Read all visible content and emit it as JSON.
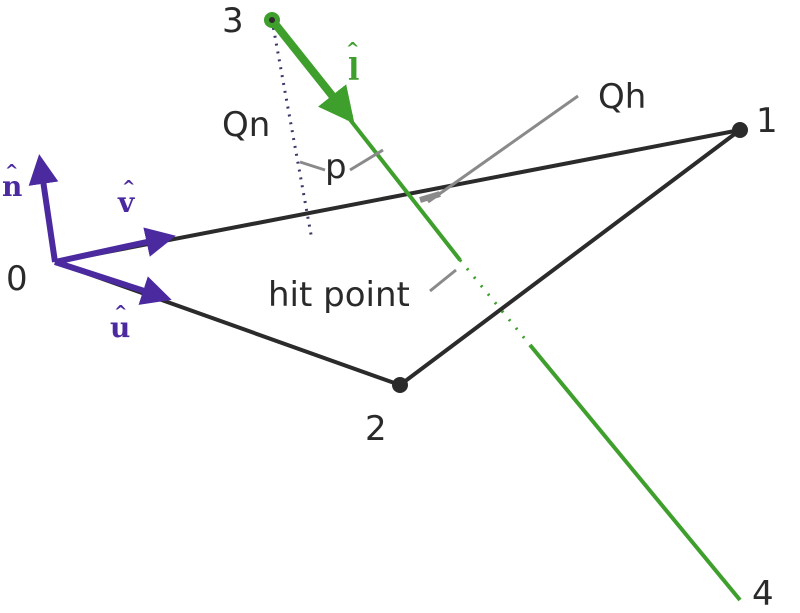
{
  "colors": {
    "edge": "#2b2b2b",
    "ray": "#3e9f2c",
    "basis": "#4b2aa0",
    "leader": "#8a8a8a",
    "dots": "#3a3a6a"
  },
  "vertices": {
    "v0": "0",
    "v1": "1",
    "v2": "2",
    "v3": "3",
    "v4": "4"
  },
  "labels": {
    "qn": "Qn",
    "qh": "Qh",
    "p": "p",
    "hit_point": "hit point"
  },
  "vectors": {
    "n": "n",
    "v": "v",
    "u": "u",
    "l": "l",
    "hat": "^"
  }
}
